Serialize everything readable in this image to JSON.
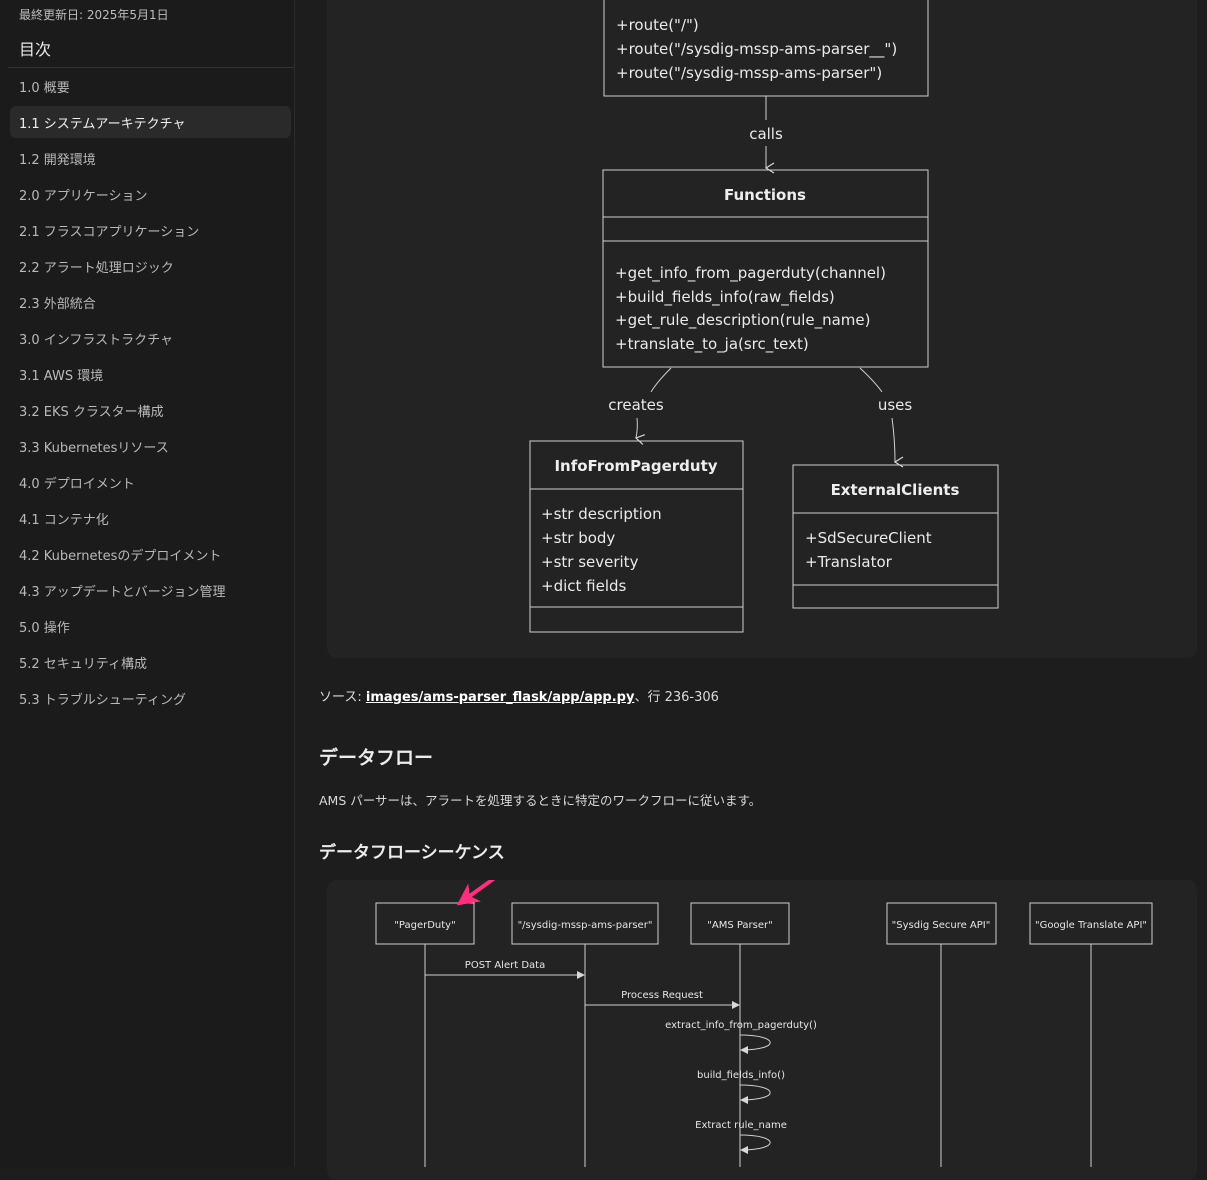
{
  "sidebar": {
    "updated": "最終更新日: 2025年5月1日",
    "toc_title": "目次",
    "items": [
      {
        "label": "1.0 概要"
      },
      {
        "label": "1.1 システムアーキテクチャ",
        "active": true
      },
      {
        "label": "1.2 開発環境"
      },
      {
        "label": "2.0 アプリケーション"
      },
      {
        "label": "2.1 フラスコアプリケーション"
      },
      {
        "label": "2.2 アラート処理ロジック"
      },
      {
        "label": "2.3 外部統合"
      },
      {
        "label": "3.0 インフラストラクチャ"
      },
      {
        "label": "3.1 AWS 環境"
      },
      {
        "label": "3.2 EKS クラスター構成"
      },
      {
        "label": "3.3 Kubernetesリソース"
      },
      {
        "label": "4.0 デプロイメント"
      },
      {
        "label": "4.1 コンテナ化"
      },
      {
        "label": "4.2 Kubernetesのデプロイメント"
      },
      {
        "label": "4.3 アップデートとバージョン管理"
      },
      {
        "label": "5.0 操作"
      },
      {
        "label": "5.2 セキュリティ構成"
      },
      {
        "label": "5.3 トラブルシューティング"
      }
    ]
  },
  "class_diagram": {
    "routes_box": {
      "methods": [
        "+route(\"/\")",
        "+route(\"/sysdig-mssp-ams-parser__\")",
        "+route(\"/sysdig-mssp-ams-parser\")"
      ]
    },
    "edge_calls": "calls",
    "functions_box": {
      "title": "Functions",
      "methods": [
        "+get_info_from_pagerduty(channel)",
        "+build_fields_info(raw_fields)",
        "+get_rule_description(rule_name)",
        "+translate_to_ja(src_text)"
      ]
    },
    "edge_creates": "creates",
    "edge_uses": "uses",
    "info_box": {
      "title": "InfoFromPagerduty",
      "fields": [
        "+str description",
        "+str body",
        "+str severity",
        "+dict fields"
      ]
    },
    "clients_box": {
      "title": "ExternalClients",
      "fields": [
        "+SdSecureClient",
        "+Translator"
      ]
    }
  },
  "source": {
    "prefix": "ソース: ",
    "link": "images/ams-parser_flask/app/app.py",
    "suffix": "、行 236-306"
  },
  "dataflow": {
    "heading": "データフロー",
    "paragraph": "AMS パーサーは、アラートを処理するときに特定のワークフローに従います。",
    "sequence_heading": "データフローシーケンス"
  },
  "sequence": {
    "participants": [
      "\"PagerDuty\"",
      "\"/sysdig-mssp-ams-parser\"",
      "\"AMS Parser\"",
      "\"Sysdig Secure API\"",
      "\"Google Translate API\""
    ],
    "messages": [
      "POST Alert Data",
      "Process Request",
      "extract_info_from_pagerduty()",
      "build_fields_info()",
      "Extract rule_name"
    ]
  },
  "colors": {
    "background": "#1d1d1d",
    "panel": "#232323",
    "annotation_arrow": "#ff2e7e"
  }
}
